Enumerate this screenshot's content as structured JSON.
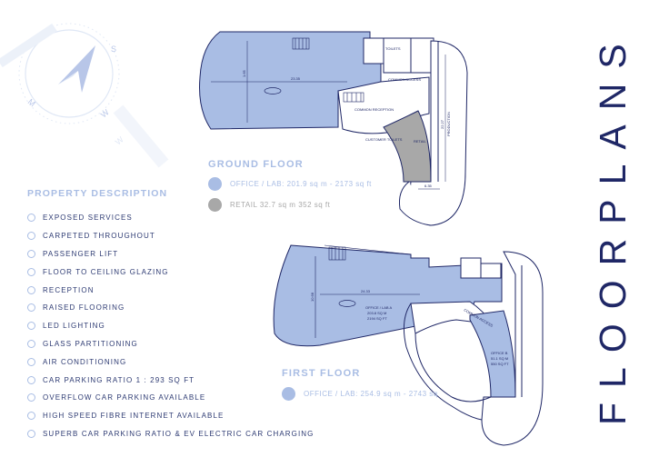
{
  "page_title": "FLOORPLANS",
  "compass": {
    "labels": [
      "S",
      "W",
      "M"
    ]
  },
  "ground_floor": {
    "title": "GROUND FLOOR",
    "legend": [
      {
        "label": "OFFICE / LAB: 201.9 sq m - 2173 sq ft",
        "color": "#a9bde4"
      },
      {
        "label": "RETAIL 32.7 sq m 352 sq ft",
        "color": "#a8a8a8"
      }
    ],
    "plan_labels": {
      "common_access": "COMMON ACCESS",
      "toilets": "TOILETS",
      "common_reception": "COMMON RECEPTION",
      "customer_toilets": "CUSTOMER TOILETS",
      "retail": "RETAIL",
      "production": "PRODUCTION",
      "dim_main": "23.35",
      "dim_side": "22.27",
      "dim_small": "6.35",
      "dim_v": "1.65"
    }
  },
  "first_floor": {
    "title": "FIRST FLOOR",
    "legend": [
      {
        "label": "OFFICE / LAB: 254.9 sq m - 2743 sq",
        "color": "#a9bde4"
      }
    ],
    "plan_labels": {
      "office_a": "OFFICE / LAB A",
      "office_a_area": "203.8 SQ M",
      "office_a_sqft": "2194 SQ FT",
      "office_b": "OFFICE B",
      "office_b_area": "51.1 SQ M",
      "office_b_sqft": "550 SQ FT",
      "common_access": "COMMON ACCESS",
      "dim_main": "24.33",
      "dim_v": "10.68"
    }
  },
  "property": {
    "title": "PROPERTY DESCRIPTION",
    "features": [
      "EXPOSED SERVICES",
      "CARPETED THROUGHOUT",
      "PASSENGER LIFT",
      "FLOOR TO CEILING GLAZING",
      "RECEPTION",
      "RAISED FLOORING",
      "LED LIGHTING",
      "GLASS PARTITIONING",
      "AIR CONDITIONING",
      "CAR PARKING RATIO 1 : 293 SQ FT",
      "OVERFLOW CAR PARKING AVAILABLE",
      "HIGH SPEED FIBRE INTERNET AVAILABLE",
      "SUPERB CAR PARKING RATIO & EV ELECTRIC CAR CHARGING"
    ]
  },
  "colors": {
    "office": "#a9bde4",
    "retail": "#a8a8a8",
    "navy": "#1f2766",
    "text": "#2e3b73"
  }
}
